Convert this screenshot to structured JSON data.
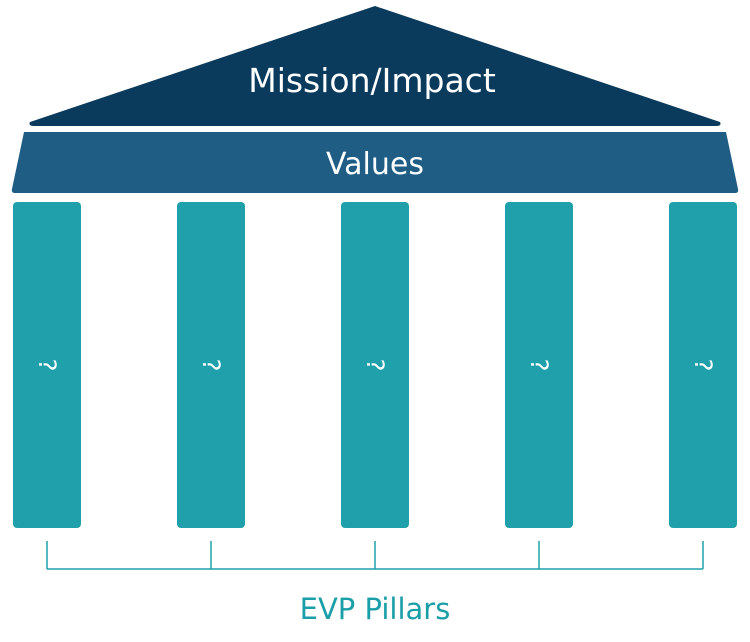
{
  "roof": {
    "label": "Mission/Impact",
    "color": "#0a3a5c"
  },
  "beam": {
    "label": "Values",
    "color": "#1f5d85"
  },
  "pillars": {
    "color": "#1fa0ab",
    "labels": [
      "?",
      "?",
      "?",
      "?",
      "?"
    ]
  },
  "bracket": {
    "color": "#1fa0ab"
  },
  "caption": {
    "label": "EVP Pillars",
    "color": "#1a9ea8"
  }
}
